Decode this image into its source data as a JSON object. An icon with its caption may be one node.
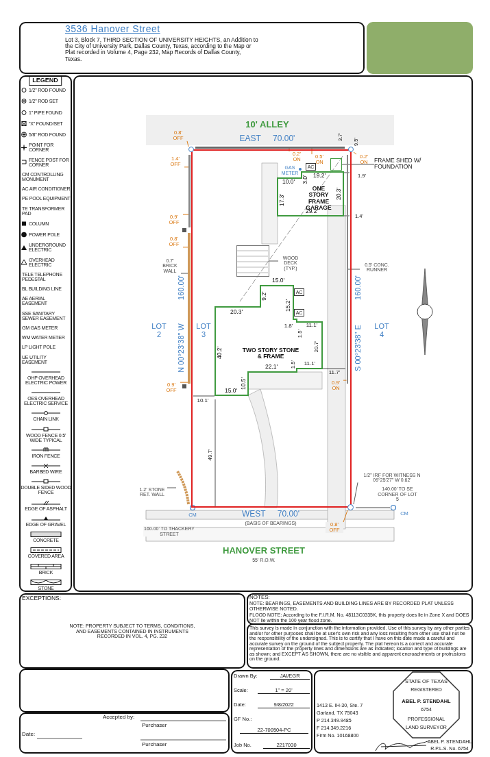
{
  "diagram": {
    "title": "3536 Hanover Street",
    "nodes": [
      {
        "text": [
          "LOT 3"
        ]
      },
      {
        "text": [
          "ONE STORY FRAME GARAGE"
        ],
        "in": 0
      },
      {
        "text": [
          "TWO STORY STONE & FRAME"
        ],
        "in": 0
      },
      {
        "text": [],
        "shape": "box",
        "in": 0
      },
      {
        "text": [
          "FRAME SHED W/ FOUNDATION"
        ]
      },
      {
        "text": [
          "AC"
        ],
        "in": 0
      },
      {
        "text": [
          "AC"
        ],
        "in": 0
      },
      {
        "text": [
          "AC"
        ],
        "in": 0
      },
      {
        "text": [
          "WOOD DECK (TYP.)"
        ],
        "in": 0
      },
      {
        "text": [],
        "shape": "box",
        "in": 0
      },
      {
        "text": [
          "0.8' OFF"
        ]
      },
      {
        "text": [
          "1.4' OFF"
        ]
      },
      {
        "text": [
          "0.2' ON"
        ],
        "in": 0
      },
      {
        "text": [
          "0.5' ON"
        ],
        "in": 0
      },
      {
        "text": [
          "0.2' ON"
        ]
      },
      {
        "text": [
          "0.9' OFF"
        ]
      },
      {
        "text": [
          "0.8' OFF"
        ]
      },
      {
        "text": [
          "0.7' BRICK WALL"
        ]
      },
      {
        "text": [
          "0.5' CONC. RUNNER"
        ]
      },
      {
        "text": [
          "0.9' OFF"
        ]
      },
      {
        "text": [
          "0.9' ON"
        ],
        "in": 0
      },
      {
        "text": [
          "1.2' STONE RET. WALL"
        ]
      },
      {
        "text": [
          "1/2\" IRF FOR WITNESS N 09°25'27\" W 0.62'"
        ]
      },
      {
        "text": [
          "0.8' OFF"
        ]
      },
      {
        "text": [],
        "shape": "circle"
      },
      {
        "text": [],
        "shape": "circle"
      },
      {
        "text": [],
        "shape": "circle"
      },
      {
        "text": [],
        "shape": "line"
      },
      {
        "text": [],
        "shape": "line"
      },
      {
        "text": [],
        "shape": "line"
      },
      {
        "text": [],
        "shape": "line",
        "in": 0
      },
      {
        "text": [],
        "shape": "line"
      }
    ],
    "edges": [
      {
        "from": 4,
        "to": 3,
        "arrow": "none",
        "color": "#444444"
      },
      {
        "from": 8,
        "to": 9,
        "arrow": "none",
        "color": "#444444"
      },
      {
        "from": 10,
        "to": 24,
        "arrow": "none"
      },
      {
        "from": 11,
        "to": 28,
        "arrow": "none"
      },
      {
        "from": 12,
        "to": 27,
        "arrow": "none"
      },
      {
        "from": 13,
        "to": 27,
        "arrow": "none"
      },
      {
        "from": 14,
        "to": 25,
        "arrow": "none"
      },
      {
        "from": 15,
        "to": 28,
        "arrow": "none"
      },
      {
        "from": 16,
        "to": 29,
        "arrow": "none"
      },
      {
        "from": 17,
        "to": 29,
        "arrow": "none",
        "color": "#444444"
      },
      {
        "from": 18,
        "to": 30,
        "arrow": "none",
        "color": "#444444"
      },
      {
        "from": 19,
        "to": 29,
        "arrow": "none"
      },
      {
        "from": 20,
        "to": 30,
        "arrow": "none"
      },
      {
        "from": 21,
        "to": 31,
        "arrow": "none",
        "color": "#444444"
      },
      {
        "from": 22,
        "to": 26,
        "arrow": "none",
        "color": "#444444"
      },
      {
        "from": 23,
        "to": 26,
        "arrow": "none"
      }
    ],
    "labels": [
      "Lot 3, Block 7, THIRD SECTION OF UNIVERSITY HEIGHTS, an Addition to the City of University Park, Dallas County, Texas, according to the Map or Plat recorded in Volume 4, Page 232, Map Records of Dallas County, Texas.",
      "LEGEND",
      "10' ALLEY",
      "EAST 70.00'",
      "3.7'",
      "9.5'",
      "GAS METER",
      "19.2'",
      "10.0'",
      "3.0'",
      "1.9'",
      "17.3'",
      "20.3'",
      "29.2'",
      "1.4'",
      "15.0'",
      "9.2'",
      "15.2'",
      "20.3'",
      "N 00°23'38\" W",
      "160.00'",
      "S 00°23'38\" E",
      "160.00'",
      "LOT 2",
      "LOT 4",
      "1.8'",
      "1.5'",
      "11.1'",
      "20.7'",
      "40.2'",
      "22.1'",
      "1.5'",
      "11.1'",
      "11.7'",
      "10.5'",
      "15.0'",
      "10.1'",
      "49.7'",
      "140.00' TO SE CORNER OF LOT 5",
      "CM",
      "CM",
      "WEST 70.00'",
      "(BASIS OF BEARINGS)",
      "160.00' TO THACKERY STREET",
      "HANOVER STREET",
      "55' R.O.W.",
      "EXCEPTIONS:",
      "NOTE: PROPERTY SUBJECT TO TERMS, CONDITIONS, AND EASEMENTS CONTAINED IN INSTRUMENTS RECORDED IN VOL. 4, PG. 232",
      "NOTES:",
      "NOTE: BEARINGS, EASEMENTS AND BUILDING LINES ARE BY RECORDED PLAT UNLESS OTHERWISE NOTED.",
      "FLOOD NOTE: According to the F.I.R.M. No. 48113C0335K, this property does lie in Zone X and DOES NOT lie within the 100 year flood zone.",
      "This survey is made in conjunction with the information provided. Use of this survey by any other parties and/or for other purposes shall be at user's own risk and any loss resulting from other use shall not be the responsibility of the undersigned. This is to certify that I have on this date made a careful and accurate survey on the ground of the subject property. The plat hereon is a correct and accurate representation of the property lines and dimensions are as indicated; location and type of buildings are as shown; and EXCEPT AS SHOWN, there are no visible and apparent encroachments or protrusions on the ground.",
      "Drawn By:",
      "JAI/EGR",
      "Scale:",
      "1\" = 20'",
      "Date:",
      "9/8/2022",
      "GF No.:",
      "22-700504-PC",
      "Job No.",
      "2217030",
      "1413 E. IH-30, Ste. 7",
      "Garland, TX 75043",
      "P 214.349.9485",
      "F 214.349.2216",
      "Firm No. 10168800",
      "STATE OF TEXAS",
      "REGISTERED",
      "ABEL P. STENDAHL",
      "6754",
      "PROFESSIONAL",
      "LAND SURVEYOR",
      "ABEL P. STENDAHL",
      "R.P.L.S. No. 6754",
      "Accepted by:",
      "Date:",
      "Purchaser",
      "Purchaser"
    ],
    "legend": [
      {
        "text": "1/2\" ROD FOUND"
      },
      {
        "text": "1/2\" ROD SET"
      },
      {
        "text": "1\" PIPE FOUND"
      },
      {
        "text": "\"X\" FOUND/SET"
      },
      {
        "text": "5/8\" ROD FOUND"
      },
      {
        "text": "POINT FOR CORNER"
      },
      {
        "text": "FENCE POST FOR CORNER"
      },
      {
        "text": "CM CONTROLLING MONUMENT"
      },
      {
        "text": "AC AIR CONDITIONER"
      },
      {
        "text": "PE POOL EQUIPMENT"
      },
      {
        "text": "TE TRANSFORMER PAD"
      },
      {
        "text": "COLUMN"
      },
      {
        "text": "POWER POLE"
      },
      {
        "text": "UNDERGROUND ELECTRIC"
      },
      {
        "text": "OVERHEAD ELECTRIC"
      },
      {
        "text": "TELE TELEPHONE PEDESTAL"
      },
      {
        "text": "BL BUILDING LINE"
      },
      {
        "text": "AE AERIAL EASEMENT"
      },
      {
        "text": "SSE SANITARY SEWER EASEMENT"
      },
      {
        "text": "GM GAS METER"
      },
      {
        "text": "WM WATER METER"
      },
      {
        "text": "LP LIGHT POLE"
      },
      {
        "text": "UE UTILITY EASEMENT"
      },
      {
        "text": "OHP OVERHEAD ELECTRIC POWER"
      },
      {
        "text": "OES OVERHEAD ELECTRIC SERVICE"
      },
      {
        "text": "CHAIN LINK"
      },
      {
        "text": "WOOD FENCE 0.5' WIDE TYPICAL"
      },
      {
        "text": "IRON FENCE"
      },
      {
        "text": "BARBED WIRE"
      },
      {
        "text": "DOUBLE SIDED WOOD FENCE"
      },
      {
        "text": "EDGE OF ASPHALT"
      },
      {
        "text": "EDGE OF GRAVEL"
      },
      {
        "text": "CONCRETE"
      },
      {
        "text": "COVERED AREA"
      },
      {
        "text": "BRICK"
      },
      {
        "text": "STONE"
      }
    ]
  }
}
